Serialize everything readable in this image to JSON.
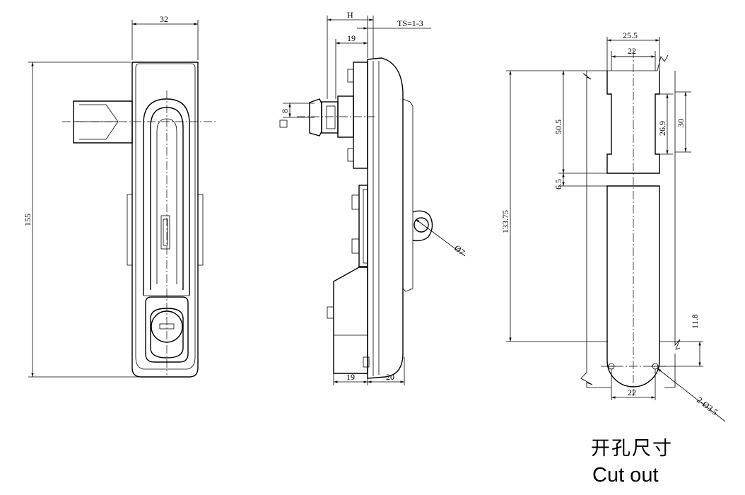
{
  "front_view": {
    "width_dim": "32",
    "height_dim": "155"
  },
  "side_view": {
    "h_dim": "H",
    "ts_dim": "TS=1-3",
    "top_dim": "19",
    "shaft_dim": "8",
    "hole_dim": "Ø7",
    "bottom_left_dim": "19",
    "bottom_right_dim": "20"
  },
  "cutout_view": {
    "top_outer_dim": "25.5",
    "top_inner_dim": "22",
    "height_dim": "133.75",
    "upper_slot_dim": "50.5",
    "notch_dim": "26.9",
    "notch_outer_dim": "30",
    "gap_dim": "6.5",
    "bottom_radius_dim": "11.8",
    "bottom_width_dim": "22",
    "holes_dim": "2-Ø3.5"
  },
  "caption": {
    "chinese": "开孔尺寸",
    "english": "Cut out"
  }
}
